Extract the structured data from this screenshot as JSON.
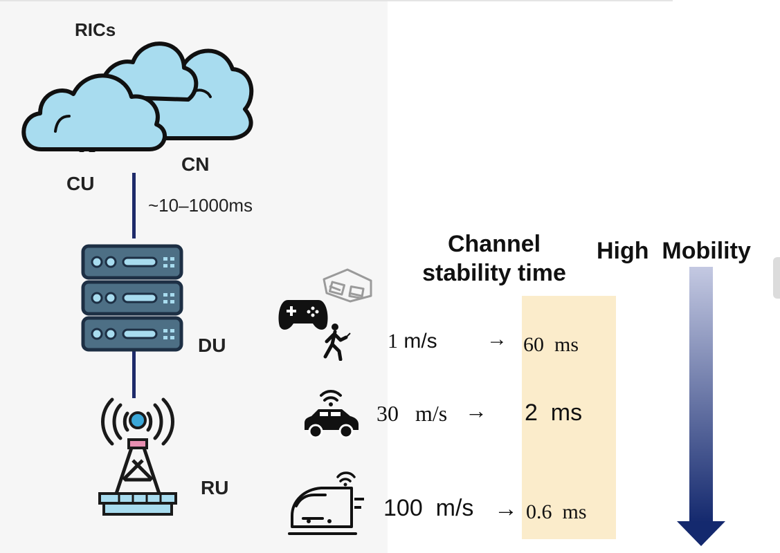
{
  "network": {
    "rics_label": "RICs",
    "cu_label": "CU",
    "cn_label": "CN",
    "latency_label": "~10–1000ms",
    "du_label": "DU",
    "ru_label": "RU"
  },
  "headers": {
    "channel_line1": "Channel",
    "channel_line2": "stability time",
    "mobility": "High  Mobility"
  },
  "rows": [
    {
      "speed_num": "1",
      "speed_unit": "m/s",
      "arrow": "→",
      "time": "60  ms"
    },
    {
      "speed": "30   m/s",
      "arrow": "→",
      "time": "2  ms"
    },
    {
      "speed": "100  m/s",
      "arrow": "→",
      "time": "0.6  ms"
    }
  ],
  "colors": {
    "cloud_fill": "#a8dcef",
    "server_fill": "#4d6f85",
    "highlight": "#fbeccb",
    "arrow_top": "#c4c9e2",
    "arrow_bottom": "#14296e"
  },
  "icons": [
    "cloud-icon",
    "server-rack-icon",
    "radio-tower-icon",
    "vr-glasses-icon",
    "gamepad-icon",
    "walking-person-icon",
    "connected-car-icon",
    "high-speed-train-icon",
    "down-arrow-icon"
  ]
}
